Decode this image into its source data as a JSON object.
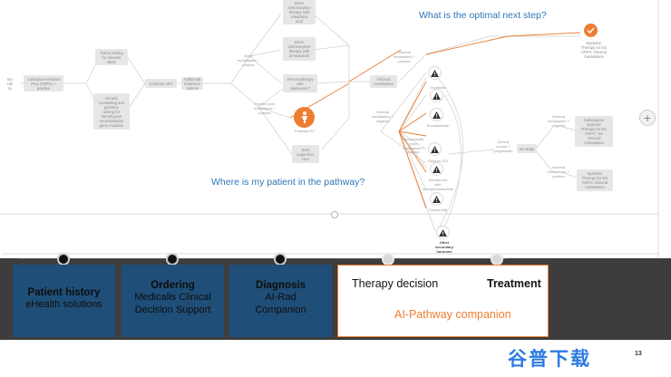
{
  "canvas": {
    "question_next_step": "What is the optimal next step?",
    "question_where": "Where is my patient in the pathway?",
    "nodes": {
      "left_cut": "ery\ncan\nta",
      "castration": "Castration-resistant\nPCa (CRPC) +\npositive",
      "tumor_testing": "Tumor testing\nfor relevant\nallele",
      "genetic": "Genetic\ncounseling and\ngermline\ntesting for\nhomologous\nrecombination\ngene mutation",
      "continue_adt": "Continue ADT",
      "additional": "Additional\ntreatment\noptions",
      "bone_antiresorptive": "Bone\nantiresorptive\ntherapy with\nzoledronic\nacid",
      "bone_denosumab": "Bone\nantiresorptive\ntherapy with\ndenosumab",
      "immunotherapy": "Immunotherapy\nwith\nsipuleucel-T",
      "palliative_label": "Palliative RT",
      "best_supportive": "Best\nsupportive\ncare",
      "visceral_node": "Visceral\nmetastases",
      "docetaxel": "Docetaxel",
      "enzalutamide": "Enzalutamide",
      "radium": "Radium-223",
      "abiraterone": "Abiraterone\nwith\nmethylprednisolone",
      "clinical_trial": "Clinical trial",
      "other_hormone": "Other\nsecondary\nhormone",
      "no_stage": "No stage",
      "systemic_top": "Systemic\nTherapy for M1\nCRPC Visceral\nmetastases",
      "subsequent": "Subsequent\nsystemic\nTherapy for M1\nCRPC: No\nVisceral\nmetastases",
      "systemic_bottom": "Systemic\nTherapy for M1\nCRPC Visceral\nmetastases"
    },
    "edge_labels": {
      "bone_met_positive": "Bone\nmetastases +\npositive",
      "painful_bone": "Painful bone\nmetastases +\npositive",
      "visceral_positive": "Visceral\nmetastases +\npositive",
      "visceral_negative": "Visceral\nmetastases +\nnegative",
      "symptomatic": "Symptomatic\nbone\nmetastases +\npositive",
      "clinical_course": "Clinical\ncourse +\nprogression",
      "visceral_neg2": "Visceral\nmetastases +\nnegative",
      "visceral_pos2": "Visceral\nmetastases +\npositive"
    }
  },
  "stages": [
    {
      "title": "Patient history",
      "sub": "eHealth solutions"
    },
    {
      "title": "Ordering",
      "sub": "Medicalis Clinical\nDecision Support"
    },
    {
      "title": "Diagnosis",
      "sub": "AI-Rad\nCompanion"
    },
    {
      "title": "Therapy decision",
      "title2": "Treatment",
      "companion": "AI-Pathway companion"
    }
  ],
  "watermark": "谷普下载",
  "page_number": "13",
  "colors": {
    "accent_orange": "#ed7d31",
    "stage_blue": "#1f4e79",
    "question_blue": "#2e75b6",
    "bar_dark": "#3d3d3d"
  },
  "icons": [
    "warning-icon",
    "check-icon",
    "person-icon",
    "plus-icon"
  ]
}
